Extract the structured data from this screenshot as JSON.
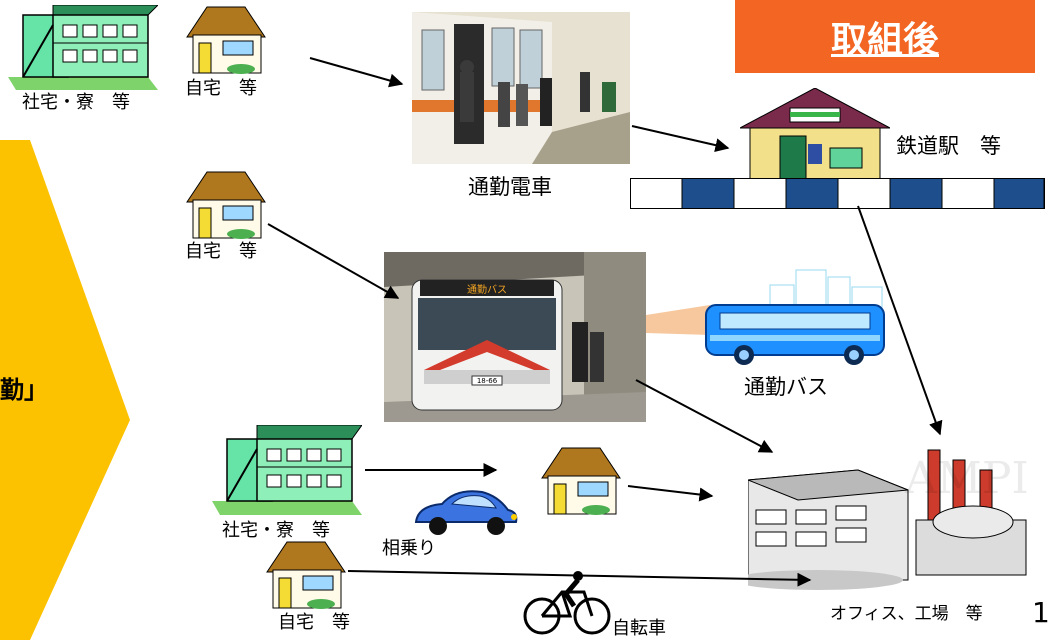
{
  "header": {
    "badge": "取組後"
  },
  "sidebar": {
    "chevron_text": "勤」"
  },
  "labels": {
    "dorm_top": "社宅・寮　等",
    "home_top": "自宅　等",
    "home_mid": "自宅　等",
    "train": "通勤電車",
    "station": "鉄道駅　等",
    "bus": "通勤バス",
    "dorm_bottom": "社宅・寮　等",
    "carpool": "相乗り",
    "home_bottom": "自宅　等",
    "bicycle": "自転車",
    "office": "オフィス、工場　等"
  },
  "page": {
    "number": "1"
  },
  "photos": {
    "bus_sign": "通勤バス",
    "bus_plate": "18-66"
  },
  "watermark": "AMPI",
  "colors": {
    "badge": "#f26522",
    "chevron": "#fcc200",
    "station_dark": "#1f4e8c",
    "bus": "#1e90ff",
    "car": "#3b74e0",
    "dorm": "#66e3a6",
    "house_roof": "#b0781e"
  }
}
